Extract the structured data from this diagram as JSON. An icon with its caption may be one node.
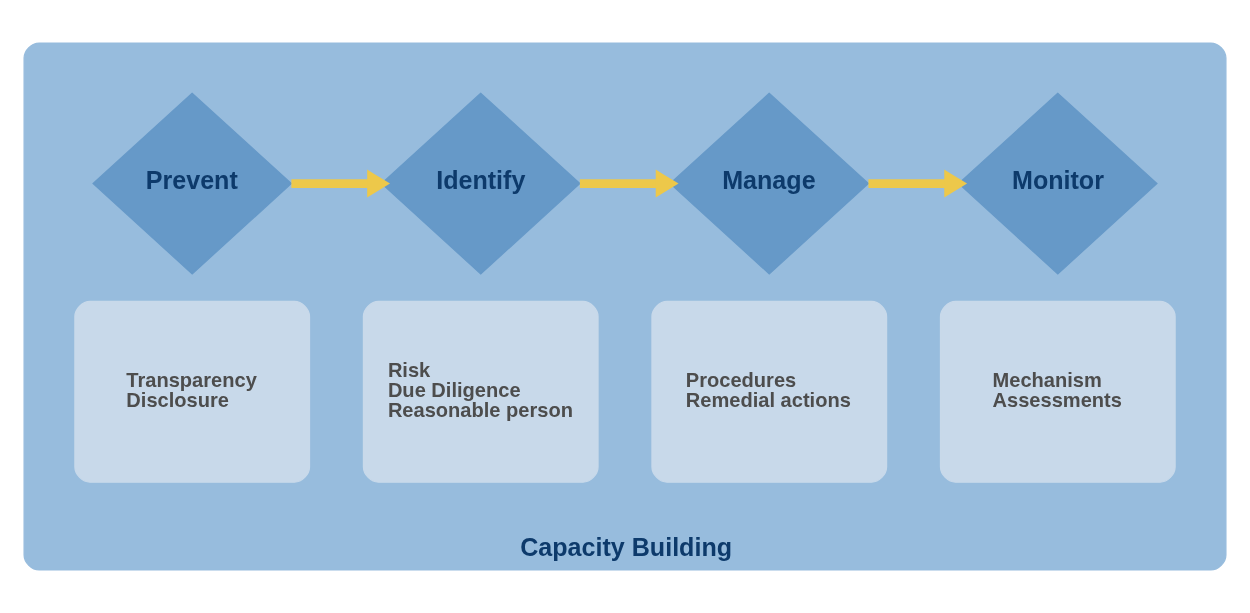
{
  "diagram": {
    "nodes": [
      {
        "text": [
          "Capacity Building"
        ]
      },
      {
        "text": [
          "Prevent"
        ],
        "in": 0
      },
      {
        "text": [
          "Identify"
        ],
        "in": 0
      },
      {
        "text": [
          "Manage"
        ],
        "in": 0
      },
      {
        "text": [
          "Monitor"
        ],
        "in": 0
      },
      {
        "text": [
          "Transparency",
          "Disclosure"
        ],
        "in": 0
      },
      {
        "text": [
          "Risk",
          "Due Diligence",
          "Reasonable person"
        ],
        "in": 0
      },
      {
        "text": [
          "Procedures",
          "Remedial actions"
        ],
        "in": 0
      },
      {
        "text": [
          "Mechanism",
          "Assessments"
        ],
        "in": 0
      }
    ],
    "edges": [
      {
        "from": 1,
        "to": 2,
        "arrow": "to"
      },
      {
        "from": 2,
        "to": 3,
        "arrow": "to"
      },
      {
        "from": 3,
        "to": 4,
        "arrow": "to"
      }
    ]
  }
}
